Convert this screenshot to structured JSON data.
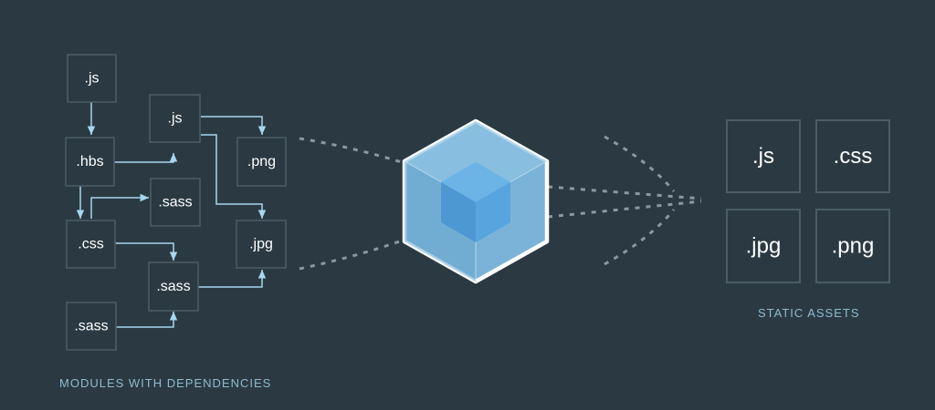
{
  "modules": [
    {
      "id": "m1",
      "label": ".js"
    },
    {
      "id": "m2",
      "label": ".js"
    },
    {
      "id": "m3",
      "label": ".hbs"
    },
    {
      "id": "m4",
      "label": ".png"
    },
    {
      "id": "m5",
      "label": ".sass"
    },
    {
      "id": "m6",
      "label": ".css"
    },
    {
      "id": "m7",
      "label": ".jpg"
    },
    {
      "id": "m8",
      "label": ".sass"
    },
    {
      "id": "m9",
      "label": ".sass"
    }
  ],
  "assets": [
    {
      "id": "a1",
      "label": ".js"
    },
    {
      "id": "a2",
      "label": ".css"
    },
    {
      "id": "a3",
      "label": ".jpg"
    },
    {
      "id": "a4",
      "label": ".png"
    }
  ],
  "captions": {
    "modules": "MODULES WITH DEPENDENCIES",
    "assets": "STATIC ASSETS"
  },
  "colors": {
    "background": "#2b3a42",
    "box_border": "#4c5d66",
    "arrow": "#a8d6ee",
    "cube_outer": "#8ed6fb",
    "cube_inner": "#1c78c0",
    "caption": "#8fb9d0"
  }
}
